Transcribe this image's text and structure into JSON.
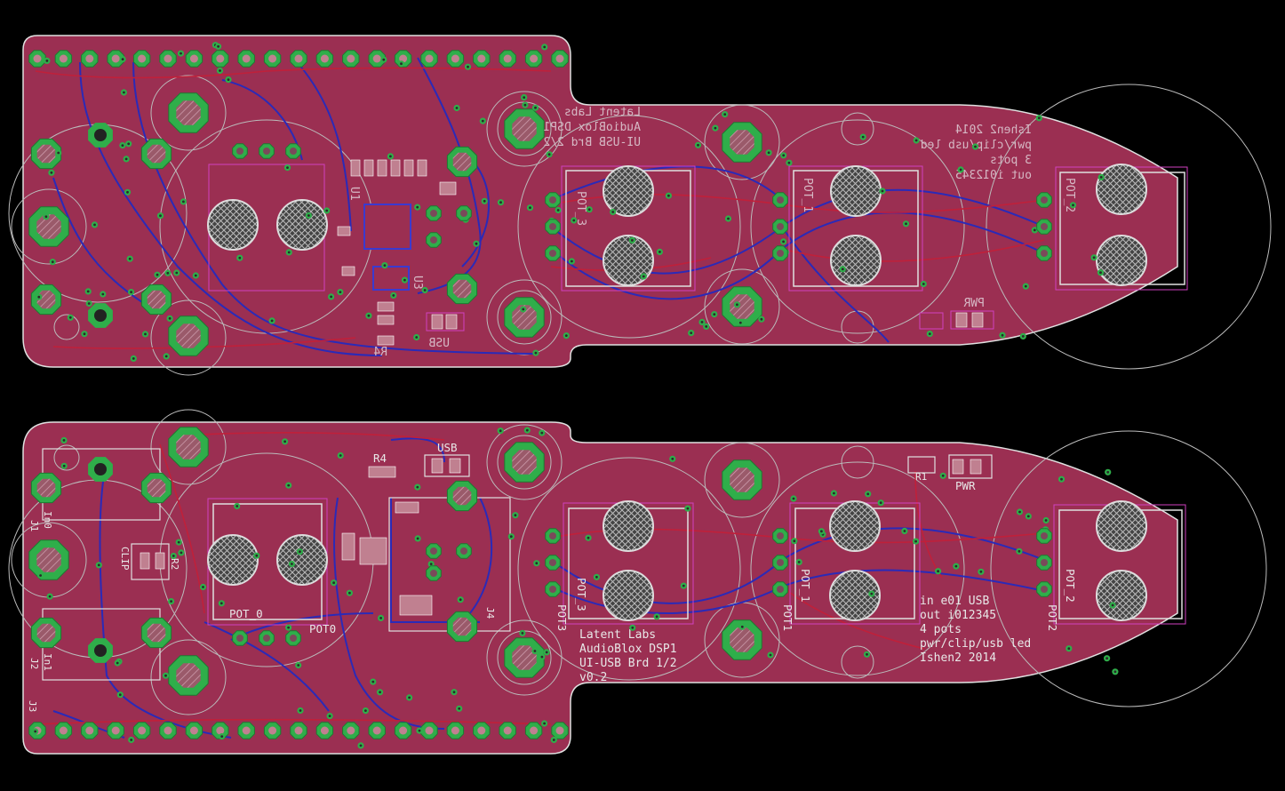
{
  "colors": {
    "background": "#000000",
    "board_fill": "#9b2f52",
    "board_outline": "#e0e0e0",
    "pad_green": "#2fae4a",
    "pad_hatch": "#c08090",
    "trace_blue": "#2a2ab8",
    "trace_red": "#c0203a",
    "silk": "#e8e8e8",
    "doc": "#d040c0",
    "keepout": "#cccccc"
  },
  "boards": {
    "top": {
      "name": "board-top-mirrored",
      "silk_labels_mirrored": {
        "pot_a": "POT_3",
        "pot_b": "POT_1",
        "pot_c": "POT_2",
        "board_lines": [
          "Latent Labs",
          "AudioBlox DSP1",
          "UI-USB Brd 2/2"
        ],
        "info_lines": [
          "Ishen2 2014",
          "pwr/clip/usb led",
          "3 pots",
          "out i012345"
        ],
        "pwr": "PWR",
        "usb": "USB",
        "u1": "U1",
        "u3": "U3",
        "r4": "R4"
      }
    },
    "bottom": {
      "name": "board-bottom",
      "labels": {
        "usb": "USB",
        "r4": "R4",
        "r1": "R1",
        "pwr": "PWR",
        "pot0_box": "POT_0",
        "pot0_ref": "POT0",
        "pot3_box": "POT_3",
        "pot3_ref": "POT3",
        "pot1_box": "POT_1",
        "pot1_ref": "POT1",
        "pot2_box": "POT_2",
        "pot2_ref": "POT2",
        "j1": "J1",
        "j2": "J2",
        "j3": "J3",
        "j4": "J4",
        "in0": "In0",
        "in1": "In1",
        "clip": "CLIP",
        "r2": "R2",
        "board_lines": [
          "Latent Labs",
          "AudioBlox DSP1",
          "UI-USB Brd 1/2",
          "v0.2"
        ],
        "info_lines": [
          "in e01 USB",
          "out i012345",
          "4 pots",
          "pwr/clip/usb led",
          "Ishen2 2014"
        ]
      }
    }
  }
}
